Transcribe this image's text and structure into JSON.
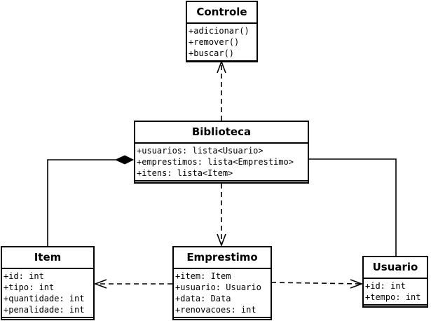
{
  "classes": {
    "controle": {
      "name": "Controle",
      "members": [
        "+adicionar()",
        "+remover()",
        "+buscar()"
      ]
    },
    "biblioteca": {
      "name": "Biblioteca",
      "members": [
        "+usuarios: lista<Usuario>",
        "+emprestimos: lista<Emprestimo>",
        "+itens: lista<Item>"
      ]
    },
    "item": {
      "name": "Item",
      "members": [
        "+id: int",
        "+tipo: int",
        "+quantidade: int",
        "+penalidade: int"
      ]
    },
    "emprestimo": {
      "name": "Emprestimo",
      "members": [
        "+item: Item",
        "+usuario: Usuario",
        "+data: Data",
        "+renovacoes: int"
      ]
    },
    "usuario": {
      "name": "Usuario",
      "members": [
        "+id: int",
        "+tempo: int"
      ]
    }
  },
  "relationships": [
    {
      "from": "biblioteca",
      "to": "controle",
      "type": "dependency"
    },
    {
      "from": "biblioteca",
      "to": "emprestimo",
      "type": "dependency"
    },
    {
      "from": "emprestimo",
      "to": "item",
      "type": "dependency"
    },
    {
      "from": "emprestimo",
      "to": "usuario",
      "type": "dependency"
    },
    {
      "from": "biblioteca",
      "to": "item",
      "type": "composition"
    },
    {
      "from": "biblioteca",
      "to": "usuario",
      "type": "association"
    }
  ]
}
